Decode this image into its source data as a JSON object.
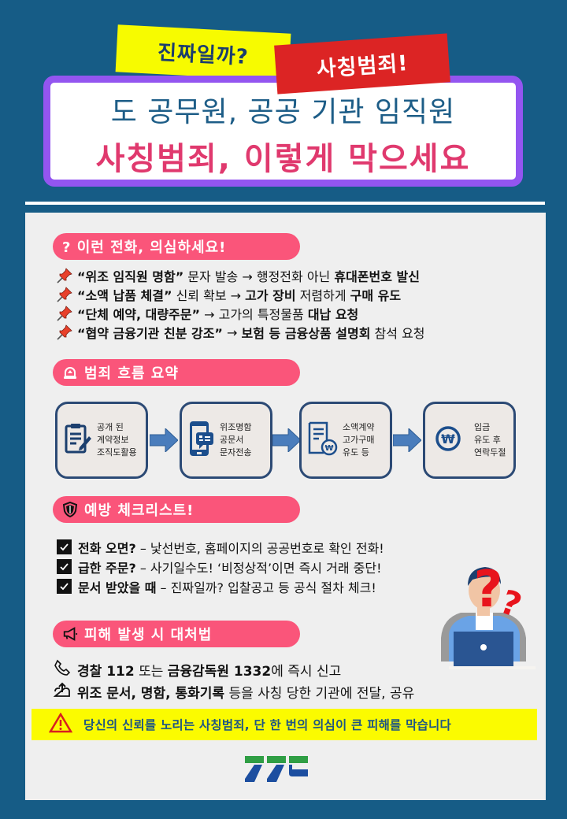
{
  "header": {
    "tag_yellow": "진짜일까?",
    "tag_red": "사칭범죄!",
    "title_line1": "도 공무원, 공공 기관 임직원",
    "title_line2": "사칭범죄, 이렇게 막으세요"
  },
  "sections": {
    "suspicious_calls": {
      "heading": "? 이런 전화, 의심하세요!",
      "icon": "pushpin-icon",
      "items": [
        {
          "bold1": "“위조 임직원 명함”",
          "text1": " 문자 발송 → 행정전화 아닌 ",
          "bold2": "휴대폰번호 발신",
          "text2": ""
        },
        {
          "bold1": "“소액 납품 체결”",
          "text1": " 신뢰 확보 → ",
          "bold2": "고가 장비",
          "text2": " 저렴하게 ",
          "bold3": "구매 유도"
        },
        {
          "bold1": "“단체 예약, 대량주문”",
          "text1": " → 고가의 특정물품 ",
          "bold2": "대납 요청",
          "text2": ""
        },
        {
          "bold1": "“협약 금융기관 친분 강조”",
          "text1": " → ",
          "bold2": "보험 등 금융상품 설명회",
          "text2": " 참석 요청"
        }
      ]
    },
    "crime_flow": {
      "heading": "범죄 흐름 요약",
      "icon": "alarm-icon",
      "steps": [
        {
          "icon": "clipboard-edit-icon",
          "lines": [
            "공개 된",
            "계약정보",
            "조직도활용"
          ]
        },
        {
          "icon": "phone-message-icon",
          "lines": [
            "위조명함",
            "공문서",
            "문자전송"
          ]
        },
        {
          "icon": "document-won-icon",
          "lines": [
            "소액계약",
            "고가구매",
            "유도 등"
          ]
        },
        {
          "icon": "won-coin-icon",
          "lines": [
            "입금",
            "유도 후",
            "연락두절"
          ]
        }
      ]
    },
    "checklist": {
      "heading": "예방 체크리스트!",
      "icon": "shield-icon",
      "items": [
        {
          "bold": "전화 오면?",
          "text": " – 낯선번호, 홈페이지의 공공번호로 확인 전화!"
        },
        {
          "bold": "급한 주문?",
          "text": " – 사기일수도! ‘비정상적’이면 즉시 거래 중단!"
        },
        {
          "bold": "문서 받았을 때",
          "text": " – 진짜일까? 입찰공고 등 공식 절차 체크!"
        }
      ]
    },
    "response": {
      "heading": "피해 발생 시 대처법",
      "icon": "megaphone-icon",
      "items": [
        {
          "icon": "phone-icon",
          "parts": [
            [
              "b",
              "경찰 112"
            ],
            [
              "t",
              " 또는 "
            ],
            [
              "b",
              "금융감독원 1332"
            ],
            [
              "t",
              "에 즉시 신고"
            ]
          ]
        },
        {
          "icon": "upload-share-icon",
          "parts": [
            [
              "b",
              "위조 문서, 명함, 통화기록"
            ],
            [
              "t",
              " 등을 사칭 당한 기관에 전달, 공유"
            ]
          ]
        }
      ]
    }
  },
  "warning_banner": "당신의 신뢰를 노리는 사칭범죄, 단 한 번의 의심이 큰 피해를 막습니다",
  "colors": {
    "background": "#165c86",
    "panel": "#efefef",
    "pill": "#fa557a",
    "title_blue": "#1d5d87",
    "title_pink": "#e0396e",
    "tag_yellow": "#f7fb00",
    "tag_red": "#dc2424",
    "card_border": "#9355f0",
    "flow_border": "#2c4a75",
    "logo_green": "#2f9e44",
    "logo_blue": "#1c4ea0"
  }
}
